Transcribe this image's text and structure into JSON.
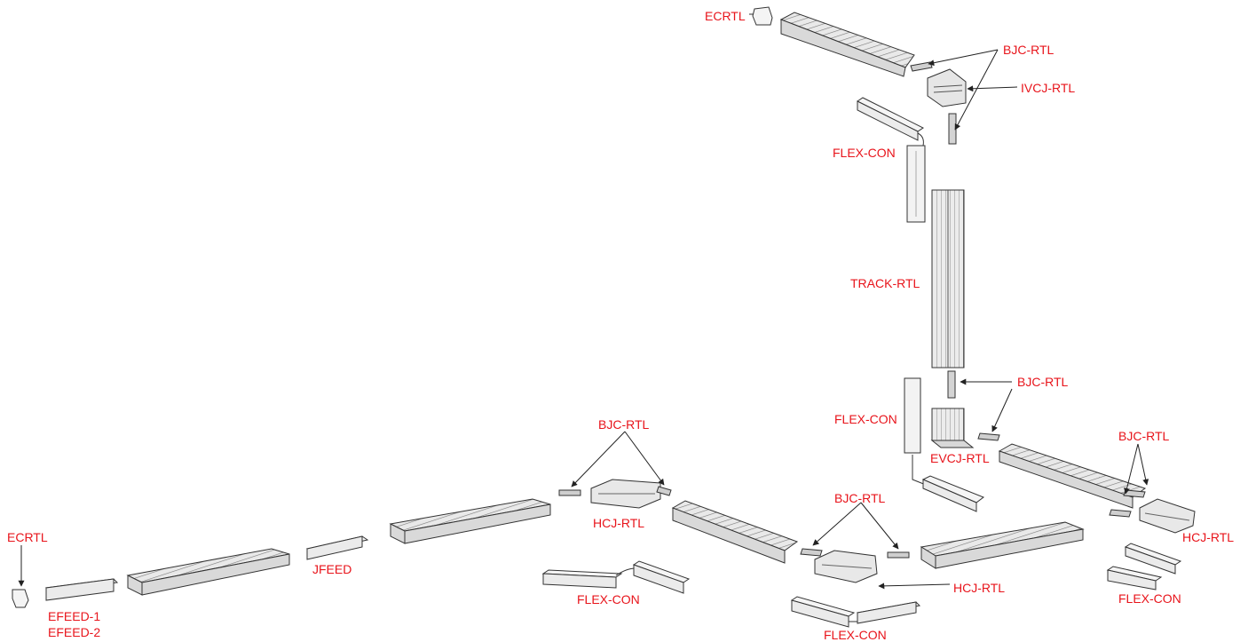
{
  "colors": {
    "label": "#e8141b",
    "line": "#333333",
    "part_fill": "#f2f2f2",
    "part_dark": "#9a9a9a"
  },
  "labels": {
    "ecrtl_top": "ECRTL",
    "bjc_top": "BJC-RTL",
    "ivcj": "IVCJ-RTL",
    "flexcon_top": "FLEX-CON",
    "track": "TRACK-RTL",
    "bjc_mid": "BJC-RTL",
    "flexcon_mid": "FLEX-CON",
    "evcj": "EVCJ-RTL",
    "bjc_right": "BJC-RTL",
    "hcj_right": "HCJ-RTL",
    "flexcon_right": "FLEX-CON",
    "bjc_center": "BJC-RTL",
    "hcj_center": "HCJ-RTL",
    "flexcon_center": "FLEX-CON",
    "bjc_left": "BJC-RTL",
    "hcj_left": "HCJ-RTL",
    "flexcon_left": "FLEX-CON",
    "jfeed": "JFEED",
    "ecrtl_left": "ECRTL",
    "efeed1": "EFEED-1",
    "efeed2": "EFEED-2"
  }
}
